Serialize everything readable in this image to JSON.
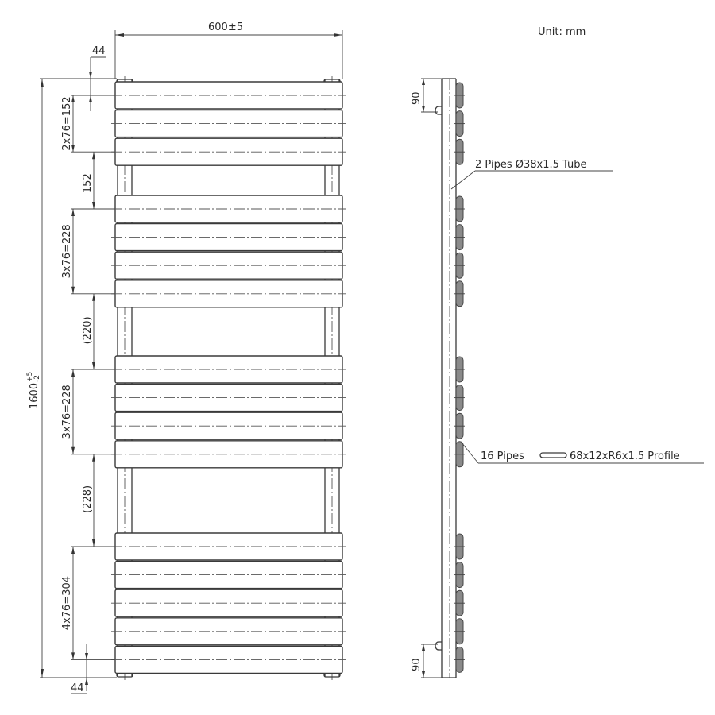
{
  "drawing": {
    "unit_label": "Unit: mm",
    "width_dim": "600±5",
    "height_dim_base": "1600",
    "height_tol_upper": "+5",
    "height_tol_lower": "-2",
    "top_offset": "44",
    "bottom_offset": "44",
    "groups": [
      {
        "label": "2x76=152",
        "bars": 3
      },
      {
        "label": "3x76=228",
        "bars": 4
      },
      {
        "label": "3x76=228",
        "bars": 4
      },
      {
        "label": "4x76=304",
        "bars": 5
      }
    ],
    "gaps": [
      "152",
      "(220)",
      "(228)"
    ],
    "side_view": {
      "top_bracket": "90",
      "bottom_bracket": "90",
      "tube_callout": "2 Pipes Ø38x1.5 Tube",
      "profile_callout_prefix": "16 Pipes",
      "profile_callout_suffix": "68x12xR6x1.5 Profile"
    }
  }
}
